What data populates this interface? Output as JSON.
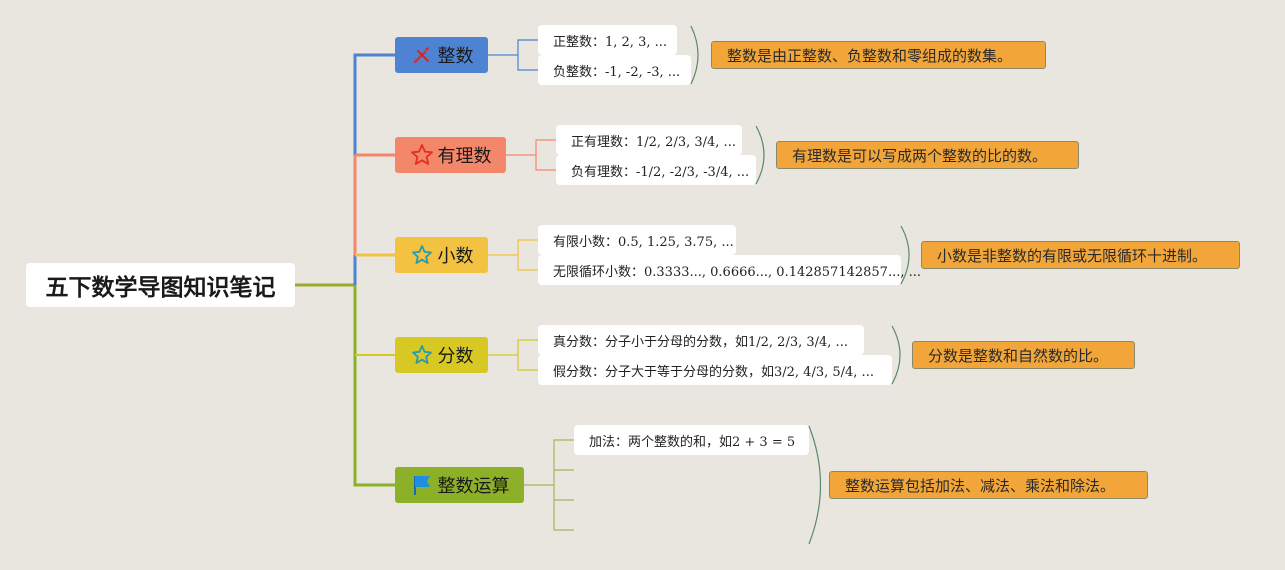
{
  "root": {
    "title": "五下数学导图知识笔记"
  },
  "colors": {
    "integer": "#4d83d2",
    "rational": "#f4866a",
    "decimal": "#f2c240",
    "fraction": "#d8c823",
    "operation": "#8cb027",
    "summary": "#f2a63a"
  },
  "branches": [
    {
      "label": "整数",
      "icon": "pen-icon",
      "leaves": [
        "正整数：1, 2, 3, ...",
        "负整数：-1, -2, -3, ..."
      ],
      "summary": "整数是由正整数、负整数和零组成的数集。"
    },
    {
      "label": "有理数",
      "icon": "star-outline-icon",
      "leaves": [
        "正有理数：1/2, 2/3, 3/4, ...",
        "负有理数：-1/2, -2/3, -3/4, ..."
      ],
      "summary": "有理数是可以写成两个整数的比的数。"
    },
    {
      "label": "小数",
      "icon": "star-outline-icon",
      "leaves": [
        "有限小数：0.5, 1.25, 3.75, ...",
        "无限循环小数：0.3333..., 0.6666..., 0.142857142857..., ..."
      ],
      "summary": "小数是非整数的有限或无限循环十进制。"
    },
    {
      "label": "分数",
      "icon": "star-outline-icon",
      "leaves": [
        "真分数：分子小于分母的分数，如1/2, 2/3, 3/4, ...",
        "假分数：分子大于等于分母的分数，如3/2, 4/3, 5/4, ..."
      ],
      "summary": "分数是整数和自然数的比。"
    },
    {
      "label": "整数运算",
      "icon": "flag-icon",
      "leaves": [
        "加法：两个整数的和，如2 + 3 = 5"
      ],
      "summary": "整数运算包括加法、减法、乘法和除法。"
    }
  ]
}
